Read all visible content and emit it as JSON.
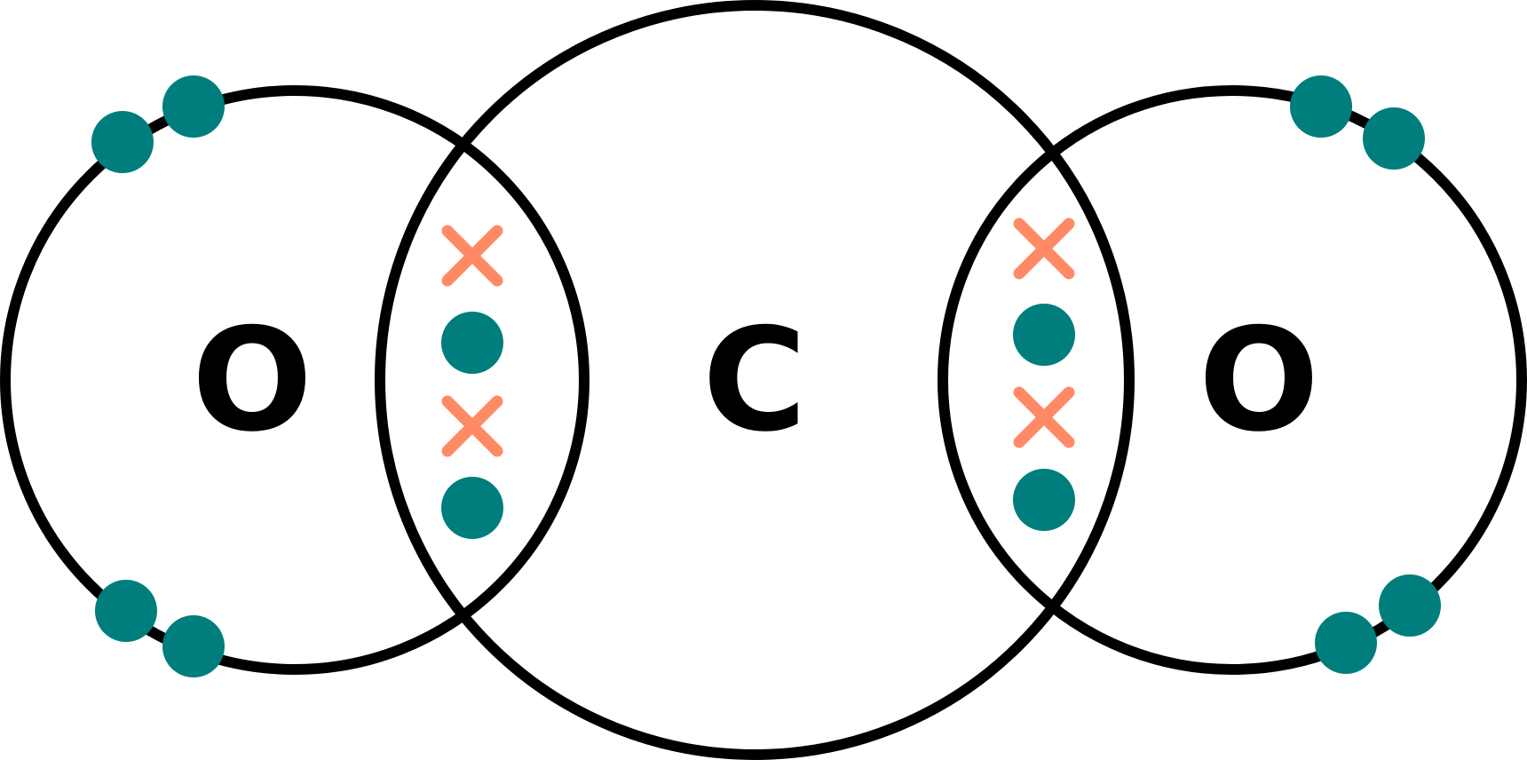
{
  "diagram": {
    "type": "dot-and-cross",
    "atoms": {
      "left": {
        "symbol": "O"
      },
      "center": {
        "symbol": "C"
      },
      "right": {
        "symbol": "O"
      }
    },
    "colors": {
      "oxygen_electron": "#007d7d",
      "carbon_electron": "#ff8a65",
      "shell": "#000000",
      "background": "#ffffff"
    },
    "electron_markers": {
      "oxygen": "dot",
      "carbon": "cross"
    },
    "electron_counts": {
      "left_oxygen_lone": 4,
      "right_oxygen_lone": 4,
      "left_bond_shared": 4,
      "right_bond_shared": 4
    }
  }
}
